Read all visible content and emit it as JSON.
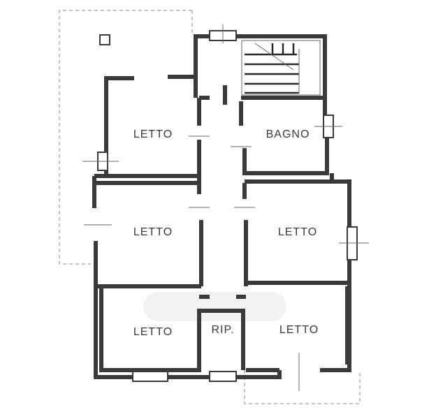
{
  "plan": {
    "rooms": [
      {
        "id": "letto-1",
        "label": "LETTO"
      },
      {
        "id": "bagno",
        "label": "BAGNO"
      },
      {
        "id": "letto-2",
        "label": "LETTO"
      },
      {
        "id": "letto-3",
        "label": "LETTO"
      },
      {
        "id": "letto-4",
        "label": "LETTO"
      },
      {
        "id": "ripostiglio",
        "label": "RIP."
      },
      {
        "id": "letto-5",
        "label": "LETTO"
      }
    ]
  }
}
